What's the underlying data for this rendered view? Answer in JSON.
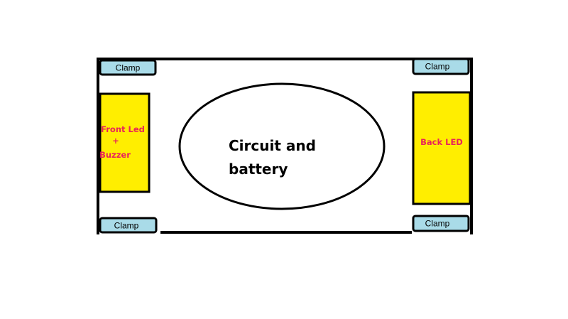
{
  "colors": {
    "clamp_fill": "#a9dbe8",
    "module_fill": "#ffee00",
    "module_text": "#e8235a",
    "outline": "#000000"
  },
  "clamps": {
    "top_left": "Clamp",
    "top_right": "Clamp",
    "bottom_left": "Clamp",
    "bottom_right": "Clamp"
  },
  "front_module": {
    "line1": "Front Led",
    "line2": "+",
    "line3": "Buzzer"
  },
  "back_module": {
    "label": "Back LED"
  },
  "center": {
    "line1": "Circuit and",
    "line2": "battery"
  }
}
